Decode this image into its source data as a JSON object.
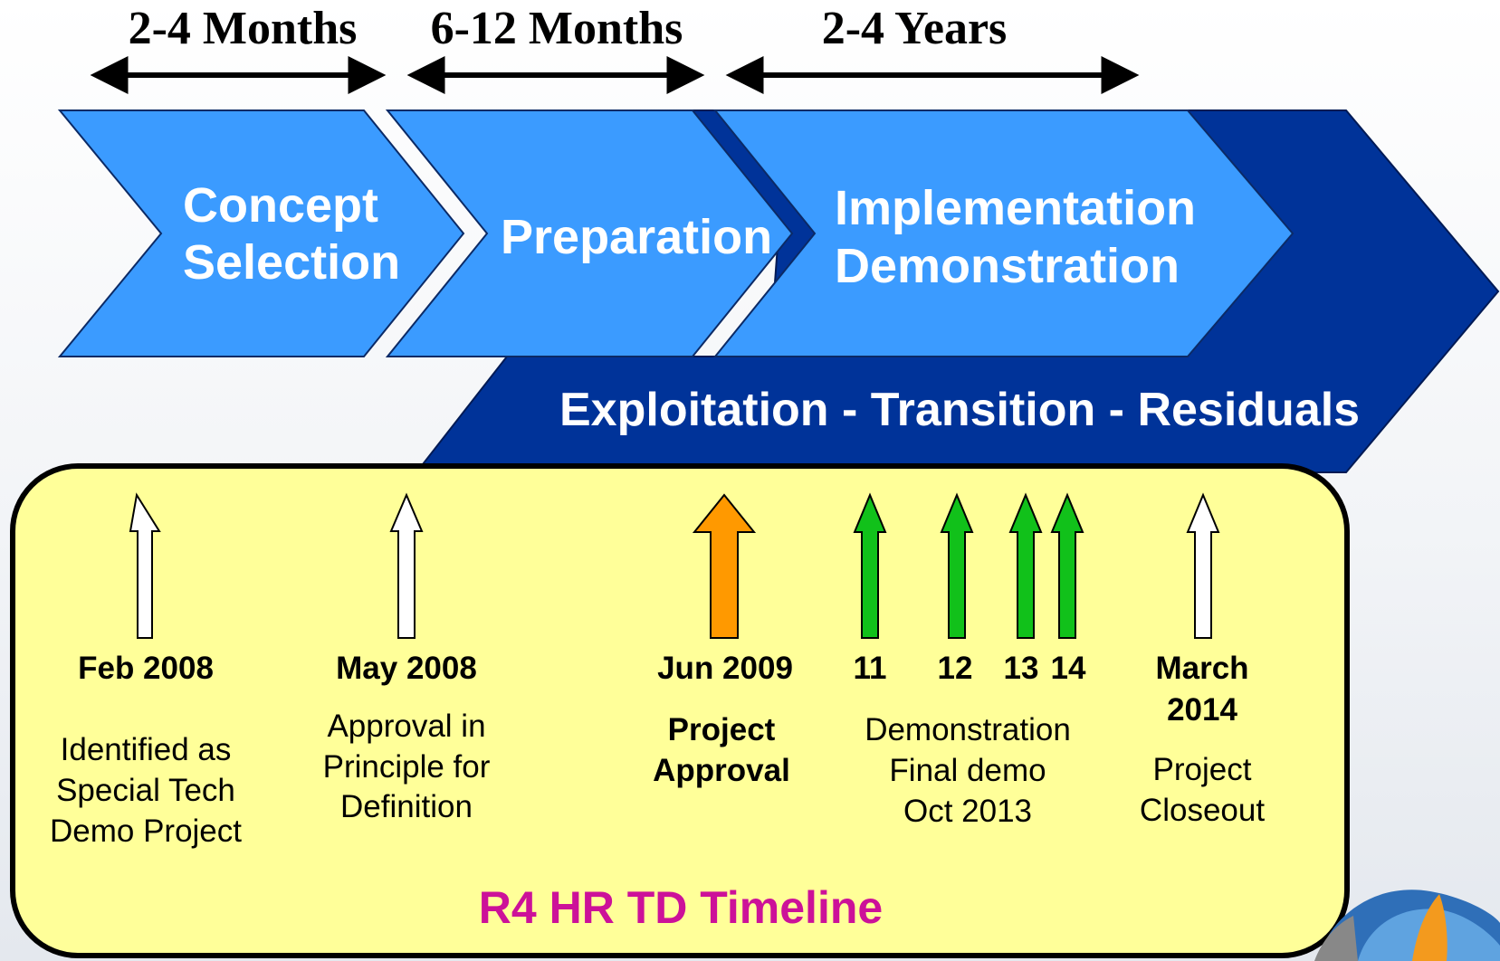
{
  "durations": {
    "concept": "2-4 Months",
    "preparation": "6-12 Months",
    "implementation": "2-4 Years"
  },
  "phases": {
    "concept_line1": "Concept",
    "concept_line2": "Selection",
    "preparation": "Preparation",
    "implementation_line1": "Implementation",
    "implementation_line2": "Demonstration"
  },
  "exploitation_band": "Exploitation - Transition - Residuals",
  "milestones": [
    {
      "date": "Feb 2008",
      "lines": [
        "Identified as",
        "Special Tech",
        "Demo Project"
      ],
      "arrow_color": "white"
    },
    {
      "date": "May 2008",
      "lines": [
        "Approval in",
        "Principle for",
        "Definition"
      ],
      "arrow_color": "white"
    },
    {
      "date": "Jun 2009",
      "lines": [
        "Project",
        "Approval"
      ],
      "arrow_color": "orange"
    },
    {
      "date": "March 2014",
      "date_line1": "March",
      "date_line2": "2014",
      "lines": [
        "Project",
        "Closeout"
      ],
      "arrow_color": "white"
    }
  ],
  "demonstrations": {
    "years": [
      "11",
      "12",
      "13",
      "14"
    ],
    "lines": [
      "Demonstration",
      "Final demo",
      "Oct 2013"
    ],
    "arrow_color": "green"
  },
  "timeline_title": "R4 HR TD Timeline",
  "colors": {
    "phase_light_blue": "#3b9bff",
    "band_dark_blue": "#003399",
    "panel_yellow": "#ffff99",
    "arrow_orange": "#ff9900",
    "arrow_green": "#11c11a",
    "title_magenta": "#cc1199"
  }
}
